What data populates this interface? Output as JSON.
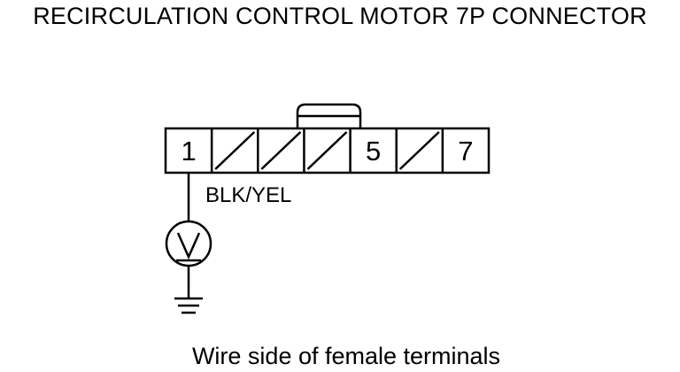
{
  "title": "RECIRCULATION CONTROL MOTOR 7P CONNECTOR",
  "connector": {
    "terminals": [
      {
        "label": "1",
        "used": true
      },
      {
        "label": "",
        "used": false
      },
      {
        "label": "",
        "used": false
      },
      {
        "label": "",
        "used": false
      },
      {
        "label": "5",
        "used": true
      },
      {
        "label": "",
        "used": false
      },
      {
        "label": "7",
        "used": true
      }
    ]
  },
  "wire": {
    "color_label": "BLK/YEL"
  },
  "meter": {
    "symbol": "V"
  },
  "caption": "Wire side of female terminals"
}
